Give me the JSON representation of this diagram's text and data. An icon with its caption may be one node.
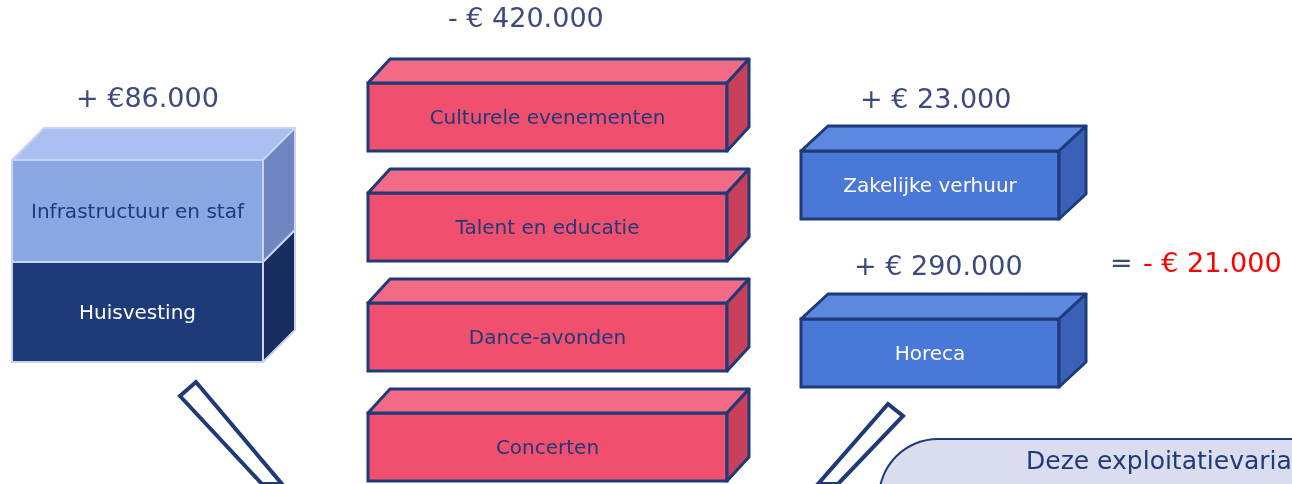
{
  "diagram": {
    "nodes": [
      {
        "text": [
          "Infrastructuur en staf"
        ]
      },
      {
        "text": [
          "Huisvesting"
        ]
      },
      {
        "text": [
          "Culturele evenementen"
        ]
      },
      {
        "text": [
          "Talent en educatie"
        ]
      },
      {
        "text": [
          "Dance-avonden"
        ]
      },
      {
        "text": [
          "Concerten"
        ]
      },
      {
        "text": [
          "Zakelijke verhuur"
        ]
      },
      {
        "text": [
          "Horeca"
        ]
      },
      {
        "text": [
          "Deze exploitatievaria"
        ]
      }
    ],
    "labels": [
      "- € 420.000",
      "+ €86.000",
      "+ € 23.000",
      "+ € 290.000",
      "=",
      "- € 21.000"
    ]
  }
}
